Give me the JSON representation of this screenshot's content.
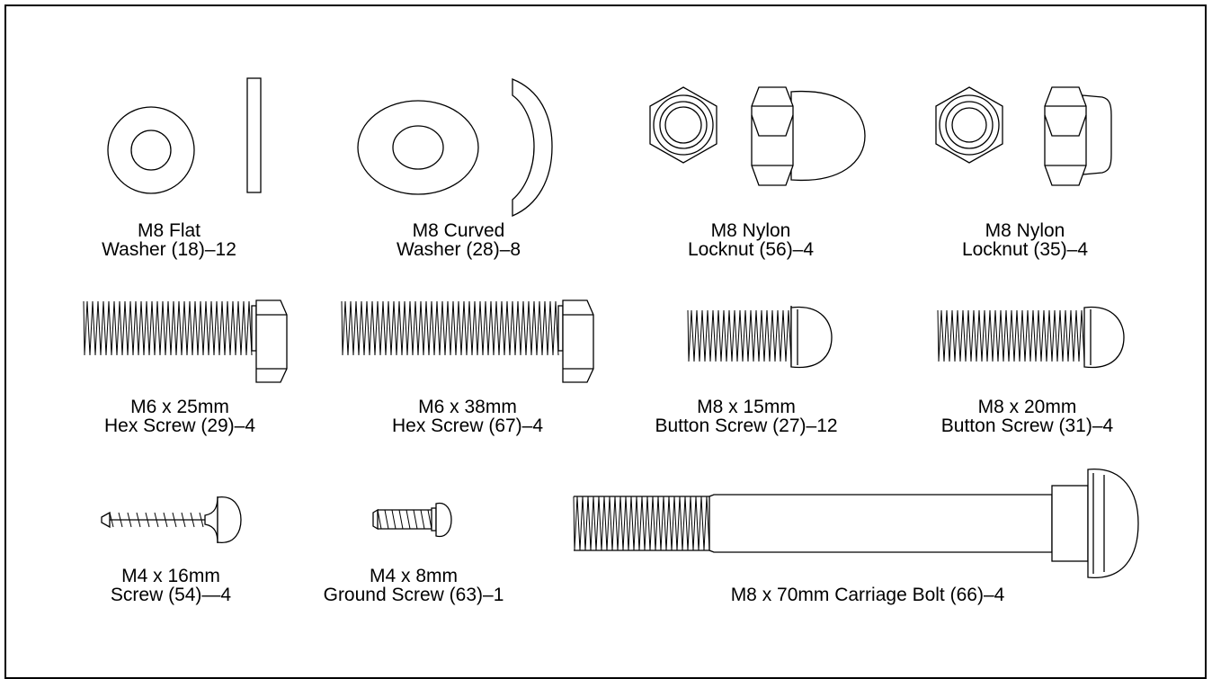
{
  "parts": [
    {
      "id": "flat-washer",
      "lines": [
        "M8 Flat",
        "Washer (18)–12"
      ]
    },
    {
      "id": "curved-washer",
      "lines": [
        "M8 Curved",
        "Washer (28)–8"
      ]
    },
    {
      "id": "nylon-locknut-56",
      "lines": [
        "M8 Nylon",
        "Locknut (56)–4"
      ]
    },
    {
      "id": "nylon-locknut-35",
      "lines": [
        "M8 Nylon",
        "Locknut (35)–4"
      ]
    },
    {
      "id": "hex-screw-29",
      "lines": [
        "M6 x 25mm",
        "Hex Screw (29)–4"
      ]
    },
    {
      "id": "hex-screw-67",
      "lines": [
        "M6 x 38mm",
        "Hex Screw (67)–4"
      ]
    },
    {
      "id": "button-screw-27",
      "lines": [
        "M8 x 15mm",
        "Button Screw (27)–12"
      ]
    },
    {
      "id": "button-screw-31",
      "lines": [
        "M8 x 20mm",
        "Button Screw (31)–4"
      ]
    },
    {
      "id": "screw-54",
      "lines": [
        "M4 x 16mm",
        "Screw (54)—4"
      ]
    },
    {
      "id": "ground-screw-63",
      "lines": [
        "M4 x 8mm",
        "Ground Screw (63)–1"
      ]
    },
    {
      "id": "carriage-bolt-66",
      "lines": [
        "M8 x 70mm Carriage Bolt (66)–4"
      ]
    }
  ]
}
